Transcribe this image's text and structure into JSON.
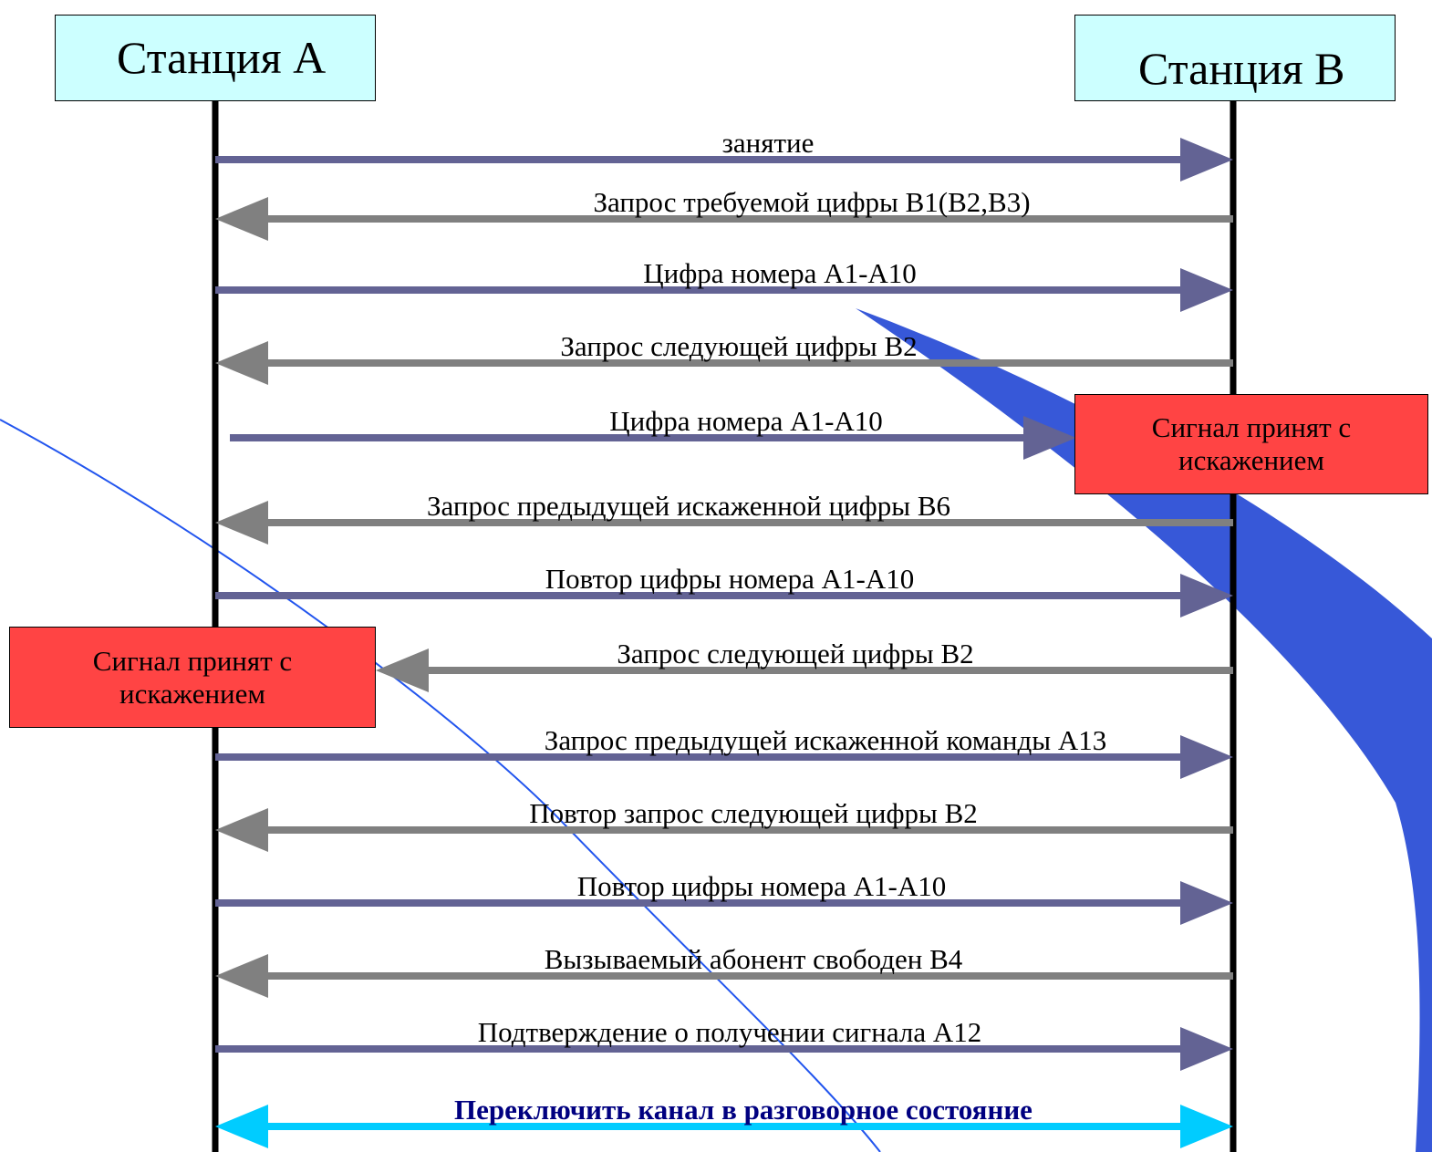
{
  "stations": {
    "a": "Станция А",
    "b": "Станция В"
  },
  "messages": [
    {
      "label": "занятие",
      "direction": "right",
      "color": "#636394"
    },
    {
      "label": "Запрос требуемой цифры В1(В2,В3)",
      "direction": "left",
      "color": "#808080"
    },
    {
      "label": "Цифра номера А1-А10",
      "direction": "right",
      "color": "#636394"
    },
    {
      "label": "Запрос следующей цифры В2",
      "direction": "left",
      "color": "#808080"
    },
    {
      "label": "Цифра номера А1-А10",
      "direction": "right",
      "color": "#636394"
    },
    {
      "label": "Запрос предыдущей искаженной цифры В6",
      "direction": "left",
      "color": "#808080"
    },
    {
      "label": "Повтор цифры номера А1-А10",
      "direction": "right",
      "color": "#636394"
    },
    {
      "label": "Запрос следующей цифры В2",
      "direction": "left",
      "color": "#808080"
    },
    {
      "label": "Запрос предыдущей искаженной команды А13",
      "direction": "right",
      "color": "#636394"
    },
    {
      "label": "Повтор запрос следующей цифры В2",
      "direction": "left",
      "color": "#808080"
    },
    {
      "label": "Повтор цифры номера А1-А10",
      "direction": "right",
      "color": "#636394"
    },
    {
      "label": "Вызываемый абонент свободен В4",
      "direction": "left",
      "color": "#808080"
    },
    {
      "label": "Подтверждение о получении сигнала А12",
      "direction": "right",
      "color": "#636394"
    },
    {
      "label": "Переключить канал в разговорное состояние",
      "direction": "both",
      "color": "#00ccff",
      "bold": true
    }
  ],
  "notes": {
    "right": {
      "line1": "Сигнал принят с",
      "line2": "искажением"
    },
    "left": {
      "line1": "Сигнал принят с",
      "line2": "искажением"
    }
  },
  "colors": {
    "station_fill": "#ccffff",
    "note_fill": "#ff4444",
    "decoration_blue": "#2244cc"
  }
}
